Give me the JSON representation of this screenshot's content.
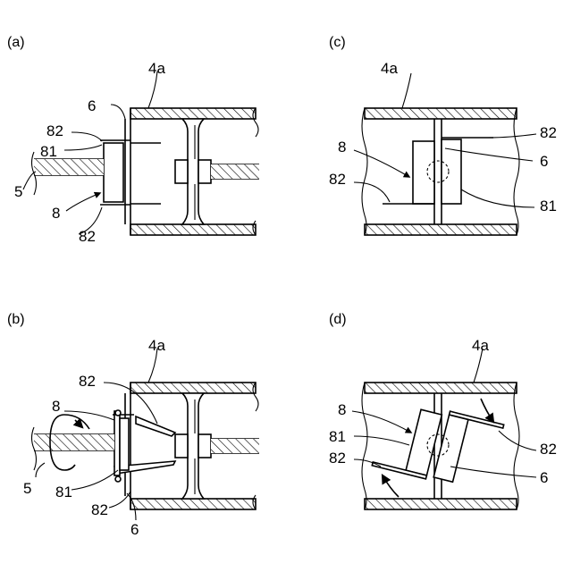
{
  "panels": {
    "a": {
      "label": "(a)",
      "beam": "4a",
      "parts": [
        "6",
        "82",
        "81",
        "5",
        "8",
        "82"
      ]
    },
    "b": {
      "label": "(b)",
      "beam": "4a",
      "parts": [
        "82",
        "8",
        "5",
        "81",
        "82",
        "6"
      ]
    },
    "c": {
      "label": "(c)",
      "beam": "4a",
      "parts": [
        "8",
        "82",
        "82",
        "6",
        "81"
      ]
    },
    "d": {
      "label": "(d)",
      "beam": "4a",
      "parts": [
        "8",
        "81",
        "82",
        "82",
        "6"
      ]
    }
  }
}
